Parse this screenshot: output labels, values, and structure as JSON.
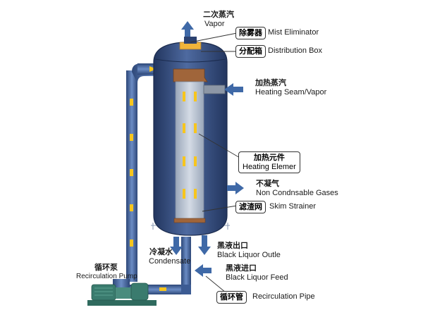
{
  "colors": {
    "vessel": "#3c5688",
    "vessel_dark": "#22355e",
    "pipe": "#3c5b93",
    "arrow": "#3f69a7",
    "flow_mark": "#f7c51d",
    "distribution": "#a0653a",
    "mist": "#f0b43a",
    "element": "#b9c4d2",
    "pump": "#3a7b6e"
  },
  "labels": {
    "vapor": {
      "cn": "二次蒸汽",
      "en": "Vapor"
    },
    "mist_eliminator": {
      "cn": "除雾器",
      "en": "Mist Eliminator"
    },
    "distribution_box": {
      "cn": "分配箱",
      "en": "Distribution Box"
    },
    "heating_steam": {
      "cn": "加热蒸汽",
      "en": "Heating Seam/Vapor"
    },
    "heating_element": {
      "cn": "加热元件",
      "en": "Heating Elemer"
    },
    "noncondensable": {
      "cn": "不凝气",
      "en": "Non Condnsable Gases"
    },
    "skim_strainer": {
      "cn": "滤渣网",
      "en": "Skim Strainer"
    },
    "condensate": {
      "cn": "冷凝水",
      "en": "Condensate"
    },
    "black_liquor_outlet": {
      "cn": "黑液出口",
      "en": "Black Liquor Outle"
    },
    "recirculation_pump": {
      "cn": "循环泵",
      "en": "Recirculation Pump"
    },
    "black_liquor_feed": {
      "cn": "黑液进口",
      "en": "Black Liquor Feed"
    },
    "recirculation_pipe": {
      "cn": "循环管",
      "en": "Recirculation Pipe"
    }
  }
}
